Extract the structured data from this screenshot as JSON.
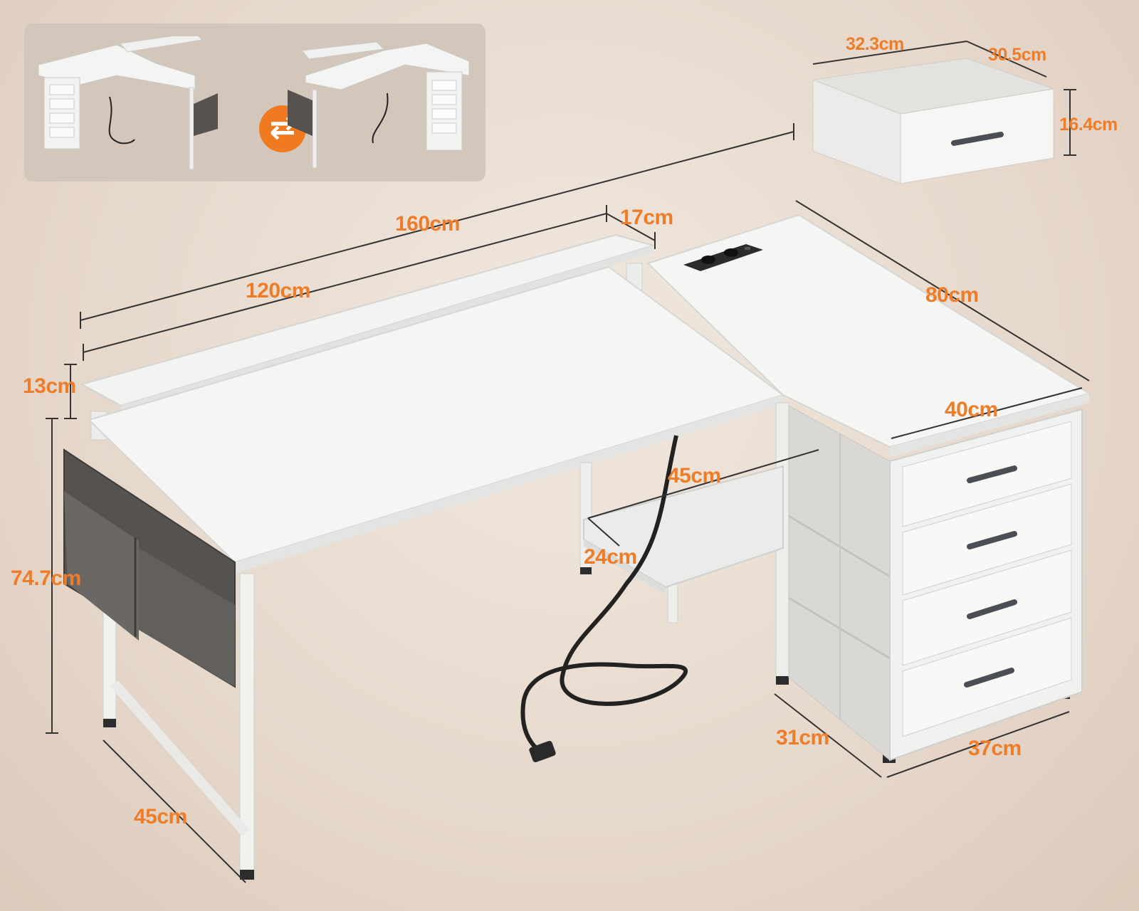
{
  "orientation_switch": {
    "icon": "swap-arrows-icon",
    "accent": "#f07a1f"
  },
  "colors": {
    "dimension_text": "#ee7d2a",
    "dimension_line": "#333333",
    "desk_white": "#f4f4f2",
    "fabric_gray": "#5d5a57"
  },
  "dimensions": {
    "total_width": "160cm",
    "desk_width": "120cm",
    "monitor_shelf_depth": "17cm",
    "shelf_height": "13cm",
    "desk_height": "74.7cm",
    "desk_depth": "45cm",
    "return_length": "80cm",
    "return_width": "40cm",
    "shelf_inner_width": "45cm",
    "shelf_inner_depth": "24cm",
    "cabinet_depth": "31cm",
    "cabinet_width": "37cm",
    "drawer_width": "32.3cm",
    "drawer_depth": "30.5cm",
    "drawer_height": "16.4cm"
  }
}
